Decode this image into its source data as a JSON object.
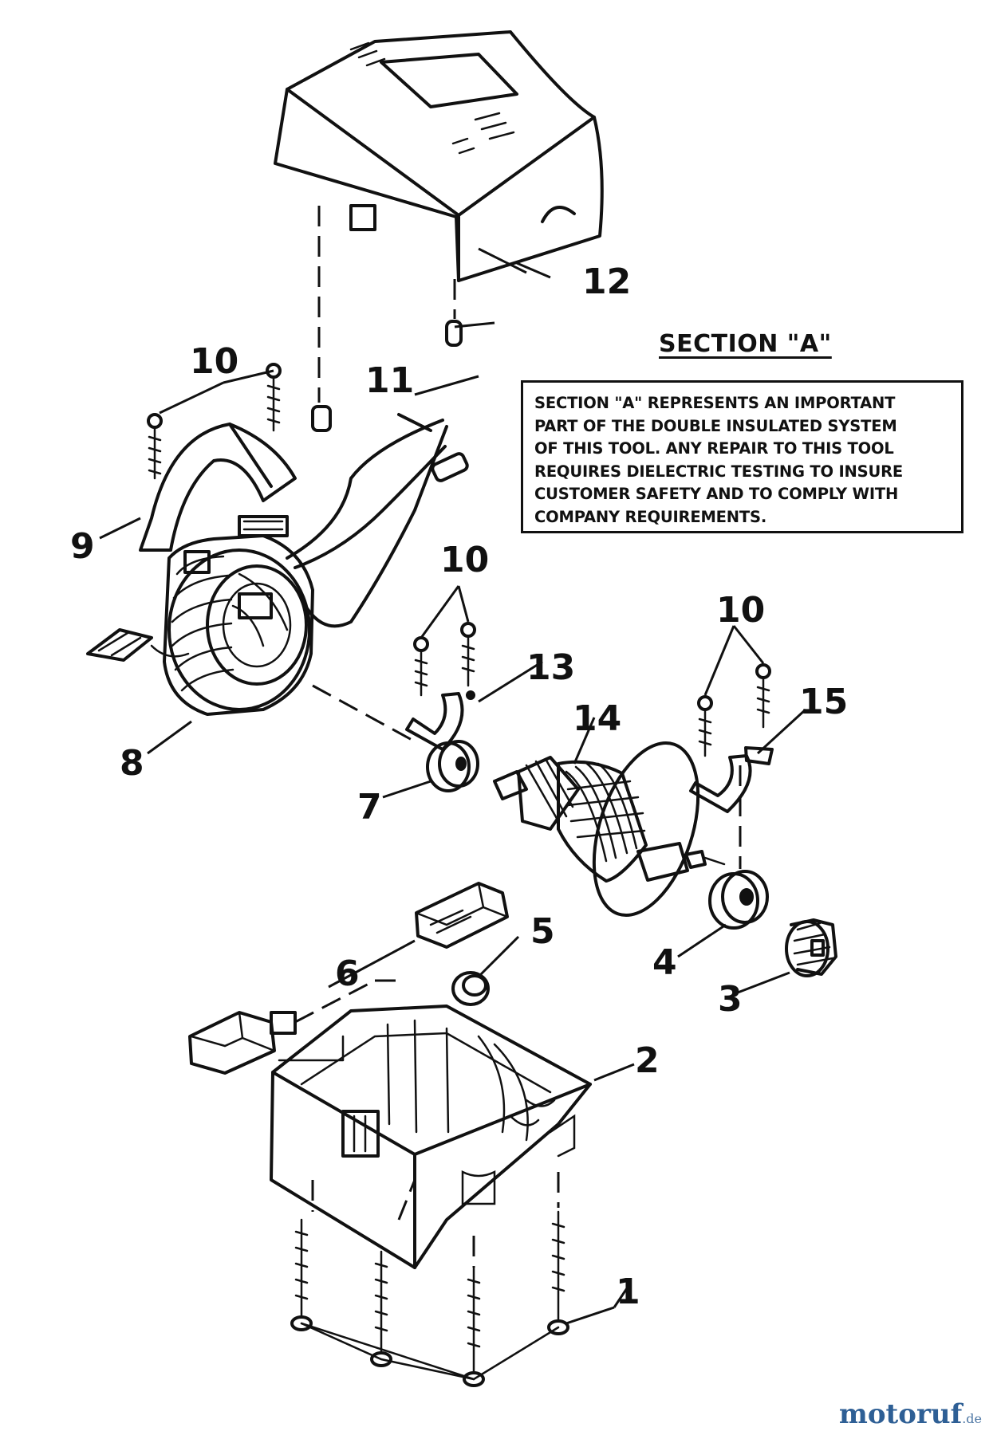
{
  "diagram": {
    "part_numbers": [
      "1",
      "2",
      "3",
      "4",
      "5",
      "6",
      "7",
      "8",
      "9",
      "10",
      "11",
      "12",
      "13",
      "14",
      "15"
    ],
    "section_title": "SECTION \"A\"",
    "section_note_lines": [
      "SECTION \"A\" REPRESENTS AN IMPORTANT",
      "PART OF THE DOUBLE INSULATED SYSTEM",
      "OF THIS TOOL. ANY REPAIR TO THIS TOOL",
      "REQUIRES DIELECTRIC TESTING TO INSURE",
      "CUSTOMER SAFETY AND TO COMPLY WITH",
      "COMPANY REQUIREMENTS."
    ],
    "watermark": {
      "brand": "motoruf",
      "suffix": ".de"
    }
  }
}
